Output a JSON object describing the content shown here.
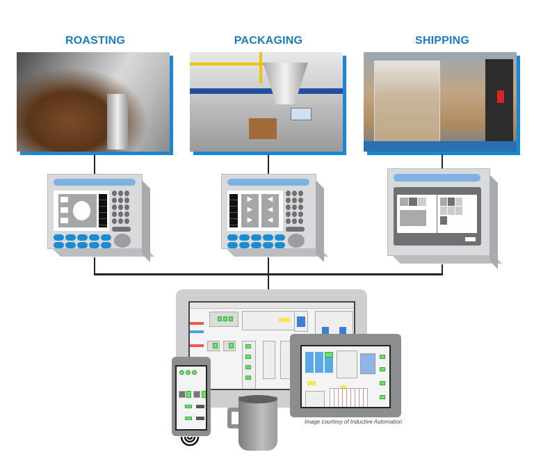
{
  "stages": [
    {
      "label": "ROASTING",
      "photo": "coffee-roaster-photo"
    },
    {
      "label": "PACKAGING",
      "photo": "packaging-machine-photo"
    },
    {
      "label": "SHIPPING",
      "photo": "wrapped-pallet-photo"
    }
  ],
  "devices": {
    "monitor": "desktop-monitor",
    "tablet": "tablet",
    "phone": "mobile-phone"
  },
  "caption": "Image courtesy of Inductive Automation",
  "colors": {
    "heading": "#1b7cc1",
    "accent": "#1b86d1",
    "panel": "#d9dadc",
    "green": "#6fdc6f"
  }
}
